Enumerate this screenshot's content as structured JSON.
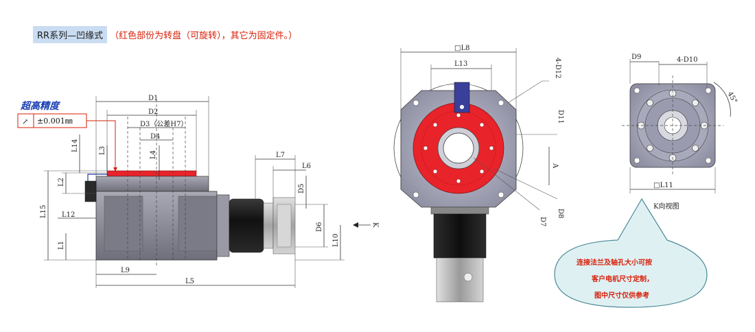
{
  "title": {
    "series": "RR系列—凹缘式",
    "note": "（红色部份为转盘（可旋转），其它为固定件。）"
  },
  "accuracy": {
    "heading": "超高精度",
    "symbol": "↗",
    "tolerance": "±0.001㎜"
  },
  "side_view": {
    "labels": [
      "D1",
      "D2",
      "D3（公差H7）",
      "D4",
      "L4",
      "L3",
      "L14",
      "L2",
      "L15",
      "L12",
      "L1",
      "L9",
      "L5",
      "L7",
      "L6",
      "D5",
      "D6",
      "L10",
      "K"
    ]
  },
  "front_view": {
    "labels": [
      "□L8",
      "L13",
      "4-D12",
      "D11",
      "A",
      "D8",
      "D7"
    ]
  },
  "k_view": {
    "labels": [
      "D9",
      "4-D10",
      "45°",
      "□L11"
    ],
    "caption": "K向视图"
  },
  "callout": {
    "lines": [
      "连接法兰及轴孔大小可按",
      "客户电机尺寸定制，",
      "图中尺寸仅供参考"
    ]
  },
  "colors": {
    "rotating": "#e8232a",
    "body": "#8e8e9a",
    "title_bg": "#c9dcf1",
    "note": "#d81e06",
    "callout_fill": "#dff0f3"
  }
}
